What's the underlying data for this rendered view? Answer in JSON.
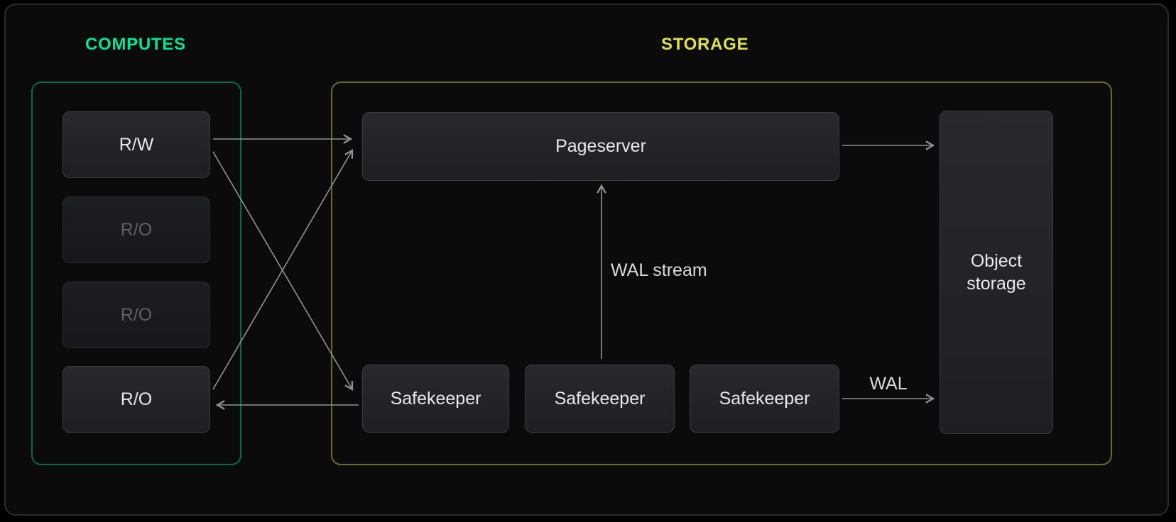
{
  "diagram": {
    "title_computes": "COMPUTES",
    "title_storage": "STORAGE",
    "computes": {
      "nodes": [
        {
          "label": "R/W",
          "state": "active"
        },
        {
          "label": "R/O",
          "state": "inactive"
        },
        {
          "label": "R/O",
          "state": "inactive"
        },
        {
          "label": "R/O",
          "state": "active"
        }
      ]
    },
    "storage": {
      "pageserver_label": "Pageserver",
      "safekeepers": [
        {
          "label": "Safekeeper"
        },
        {
          "label": "Safekeeper"
        },
        {
          "label": "Safekeeper"
        }
      ],
      "object_storage_label": "Object storage"
    },
    "annotations": {
      "wal_stream_label": "WAL stream",
      "wal_label": "WAL"
    },
    "connections": [
      {
        "from": "R/W",
        "to": "Pageserver"
      },
      {
        "from": "R/W",
        "to": "Safekeeper-1"
      },
      {
        "from": "R/O-bottom",
        "to": "Pageserver"
      },
      {
        "from": "Safekeeper-1",
        "to": "R/O-bottom"
      },
      {
        "from": "Safekeepers",
        "to": "Pageserver",
        "label": "WAL stream"
      },
      {
        "from": "Pageserver",
        "to": "Object storage"
      },
      {
        "from": "Safekeeper-3",
        "to": "Object storage",
        "label": "WAL"
      }
    ],
    "colors": {
      "computes_accent": "#00e599",
      "storage_accent": "#dde04b",
      "arrow_color": "#8e9297",
      "node_text": "#e7e8ea",
      "node_text_dim": "#5d6166"
    }
  }
}
